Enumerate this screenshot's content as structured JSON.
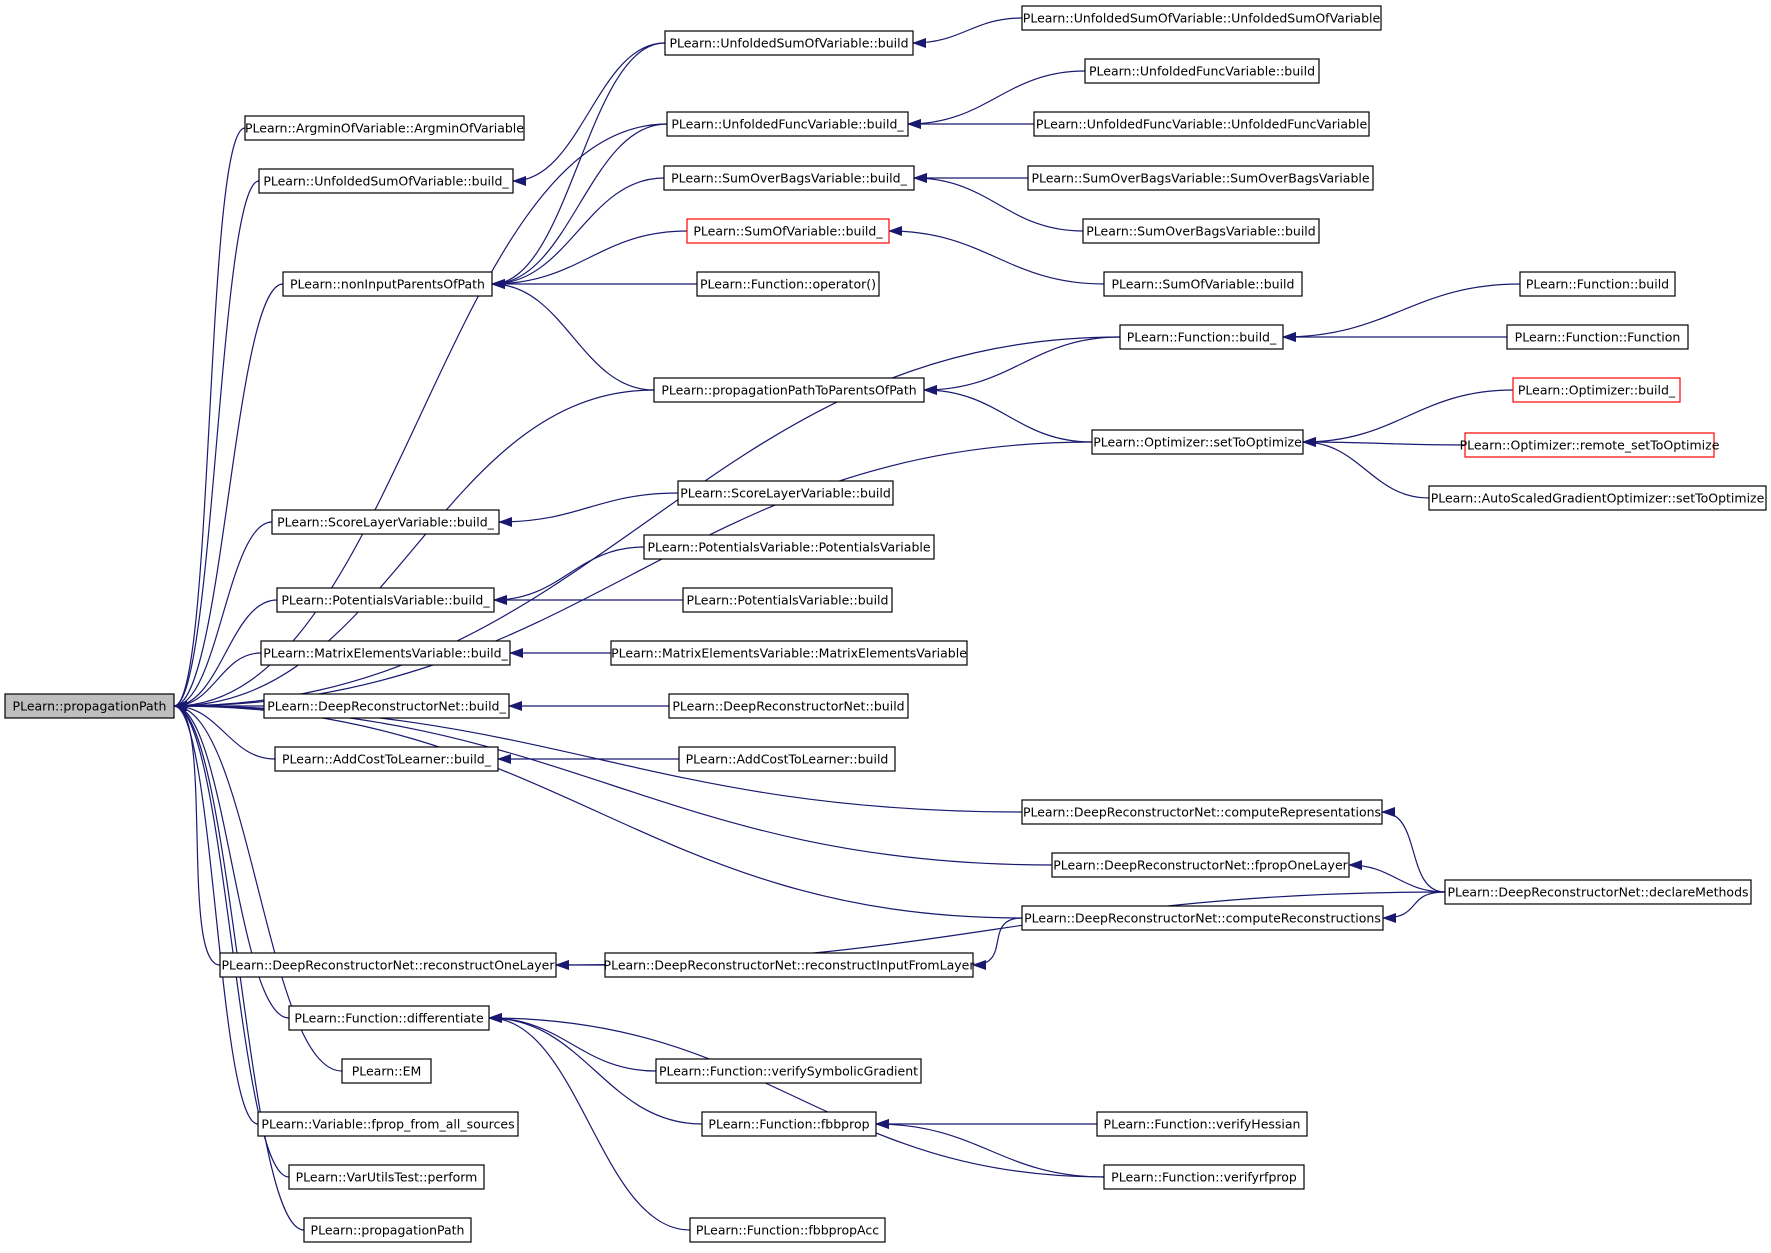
{
  "colors": {
    "edge": "#191970",
    "node_border": "#000000",
    "node_border_red": "#ff0000",
    "node_fill": "#ffffff",
    "root_fill": "#bfbfbf"
  },
  "diagram": {
    "root_node": "n0",
    "nodes": [
      {
        "id": "n0",
        "label": "PLearn::propagationPath",
        "root": true
      },
      {
        "id": "n1",
        "label": "PLearn::ArgminOfVariable::ArgminOfVariable"
      },
      {
        "id": "n2",
        "label": "PLearn::UnfoldedSumOfVariable::build_"
      },
      {
        "id": "n3",
        "label": "PLearn::UnfoldedSumOfVariable::build"
      },
      {
        "id": "n4",
        "label": "PLearn::UnfoldedSumOfVariable::UnfoldedSumOfVariable"
      },
      {
        "id": "n5",
        "label": "PLearn::UnfoldedFuncVariable::build_"
      },
      {
        "id": "n6",
        "label": "PLearn::UnfoldedFuncVariable::build"
      },
      {
        "id": "n7",
        "label": "PLearn::UnfoldedFuncVariable::UnfoldedFuncVariable"
      },
      {
        "id": "n8",
        "label": "PLearn::SumOverBagsVariable::build_"
      },
      {
        "id": "n9",
        "label": "PLearn::SumOverBagsVariable::SumOverBagsVariable"
      },
      {
        "id": "n10",
        "label": "PLearn::SumOverBagsVariable::build"
      },
      {
        "id": "n11",
        "label": "PLearn::SumOfVariable::build_",
        "red": true
      },
      {
        "id": "n12",
        "label": "PLearn::SumOfVariable::build"
      },
      {
        "id": "n13",
        "label": "PLearn::nonInputParentsOfPath"
      },
      {
        "id": "n14",
        "label": "PLearn::Function::operator()"
      },
      {
        "id": "n15",
        "label": "PLearn::Function::build"
      },
      {
        "id": "n16",
        "label": "PLearn::Function::build_"
      },
      {
        "id": "n17",
        "label": "PLearn::Function::Function"
      },
      {
        "id": "n18",
        "label": "PLearn::propagationPathToParentsOfPath"
      },
      {
        "id": "n19",
        "label": "PLearn::Optimizer::build_",
        "red": true
      },
      {
        "id": "n20",
        "label": "PLearn::Optimizer::setToOptimize"
      },
      {
        "id": "n21",
        "label": "PLearn::Optimizer::remote_setToOptimize",
        "red": true
      },
      {
        "id": "n22",
        "label": "PLearn::AutoScaledGradientOptimizer::setToOptimize"
      },
      {
        "id": "n23",
        "label": "PLearn::ScoreLayerVariable::build"
      },
      {
        "id": "n24",
        "label": "PLearn::ScoreLayerVariable::build_"
      },
      {
        "id": "n25",
        "label": "PLearn::PotentialsVariable::PotentialsVariable"
      },
      {
        "id": "n26",
        "label": "PLearn::PotentialsVariable::build_"
      },
      {
        "id": "n27",
        "label": "PLearn::PotentialsVariable::build"
      },
      {
        "id": "n28",
        "label": "PLearn::MatrixElementsVariable::build_"
      },
      {
        "id": "n29",
        "label": "PLearn::MatrixElementsVariable::MatrixElementsVariable"
      },
      {
        "id": "n30",
        "label": "PLearn::DeepReconstructorNet::build_"
      },
      {
        "id": "n31",
        "label": "PLearn::DeepReconstructorNet::build"
      },
      {
        "id": "n32",
        "label": "PLearn::AddCostToLearner::build_"
      },
      {
        "id": "n33",
        "label": "PLearn::AddCostToLearner::build"
      },
      {
        "id": "n34",
        "label": "PLearn::DeepReconstructorNet::computeRepresentations"
      },
      {
        "id": "n35",
        "label": "PLearn::DeepReconstructorNet::fpropOneLayer"
      },
      {
        "id": "n36",
        "label": "PLearn::DeepReconstructorNet::declareMethods"
      },
      {
        "id": "n37",
        "label": "PLearn::DeepReconstructorNet::computeReconstructions"
      },
      {
        "id": "n38",
        "label": "PLearn::DeepReconstructorNet::reconstructOneLayer"
      },
      {
        "id": "n39",
        "label": "PLearn::DeepReconstructorNet::reconstructInputFromLayer"
      },
      {
        "id": "n40",
        "label": "PLearn::Function::differentiate"
      },
      {
        "id": "n41",
        "label": "PLearn::Function::verifySymbolicGradient"
      },
      {
        "id": "n42",
        "label": "PLearn::EM"
      },
      {
        "id": "n43",
        "label": "PLearn::Function::fbbprop"
      },
      {
        "id": "n44",
        "label": "PLearn::Function::verifyHessian"
      },
      {
        "id": "n45",
        "label": "PLearn::Variable::fprop_from_all_sources"
      },
      {
        "id": "n46",
        "label": "PLearn::Function::verifyrfprop"
      },
      {
        "id": "n47",
        "label": "PLearn::VarUtilsTest::perform"
      },
      {
        "id": "n48",
        "label": "PLearn::Function::fbbpropAcc"
      },
      {
        "id": "n49",
        "label": "PLearn::propagationPath"
      }
    ],
    "edges": [
      [
        "n1",
        "n0"
      ],
      [
        "n2",
        "n0"
      ],
      [
        "n5",
        "n0"
      ],
      [
        "n13",
        "n0"
      ],
      [
        "n16",
        "n0"
      ],
      [
        "n18",
        "n0"
      ],
      [
        "n20",
        "n0"
      ],
      [
        "n24",
        "n0"
      ],
      [
        "n26",
        "n0"
      ],
      [
        "n28",
        "n0"
      ],
      [
        "n30",
        "n0"
      ],
      [
        "n32",
        "n0"
      ],
      [
        "n34",
        "n0"
      ],
      [
        "n35",
        "n0"
      ],
      [
        "n37",
        "n0"
      ],
      [
        "n38",
        "n0"
      ],
      [
        "n40",
        "n0"
      ],
      [
        "n42",
        "n0"
      ],
      [
        "n45",
        "n0"
      ],
      [
        "n47",
        "n0"
      ],
      [
        "n49",
        "n0"
      ],
      [
        "n3",
        "n2"
      ],
      [
        "n4",
        "n3"
      ],
      [
        "n6",
        "n5"
      ],
      [
        "n7",
        "n5"
      ],
      [
        "n9",
        "n8"
      ],
      [
        "n10",
        "n8"
      ],
      [
        "n12",
        "n11"
      ],
      [
        "n5",
        "n13"
      ],
      [
        "n3",
        "n13"
      ],
      [
        "n8",
        "n13"
      ],
      [
        "n11",
        "n13"
      ],
      [
        "n14",
        "n13"
      ],
      [
        "n18",
        "n13"
      ],
      [
        "n15",
        "n16"
      ],
      [
        "n17",
        "n16"
      ],
      [
        "n16",
        "n18"
      ],
      [
        "n20",
        "n18"
      ],
      [
        "n19",
        "n20"
      ],
      [
        "n21",
        "n20"
      ],
      [
        "n22",
        "n20"
      ],
      [
        "n23",
        "n24"
      ],
      [
        "n25",
        "n26"
      ],
      [
        "n27",
        "n26"
      ],
      [
        "n29",
        "n28"
      ],
      [
        "n31",
        "n30"
      ],
      [
        "n33",
        "n32"
      ],
      [
        "n36",
        "n34"
      ],
      [
        "n36",
        "n35"
      ],
      [
        "n36",
        "n37"
      ],
      [
        "n39",
        "n38"
      ],
      [
        "n36",
        "n38"
      ],
      [
        "n37",
        "n39"
      ],
      [
        "n41",
        "n40"
      ],
      [
        "n43",
        "n40"
      ],
      [
        "n46",
        "n40"
      ],
      [
        "n48",
        "n40"
      ],
      [
        "n44",
        "n43"
      ],
      [
        "n46",
        "n43"
      ]
    ]
  }
}
